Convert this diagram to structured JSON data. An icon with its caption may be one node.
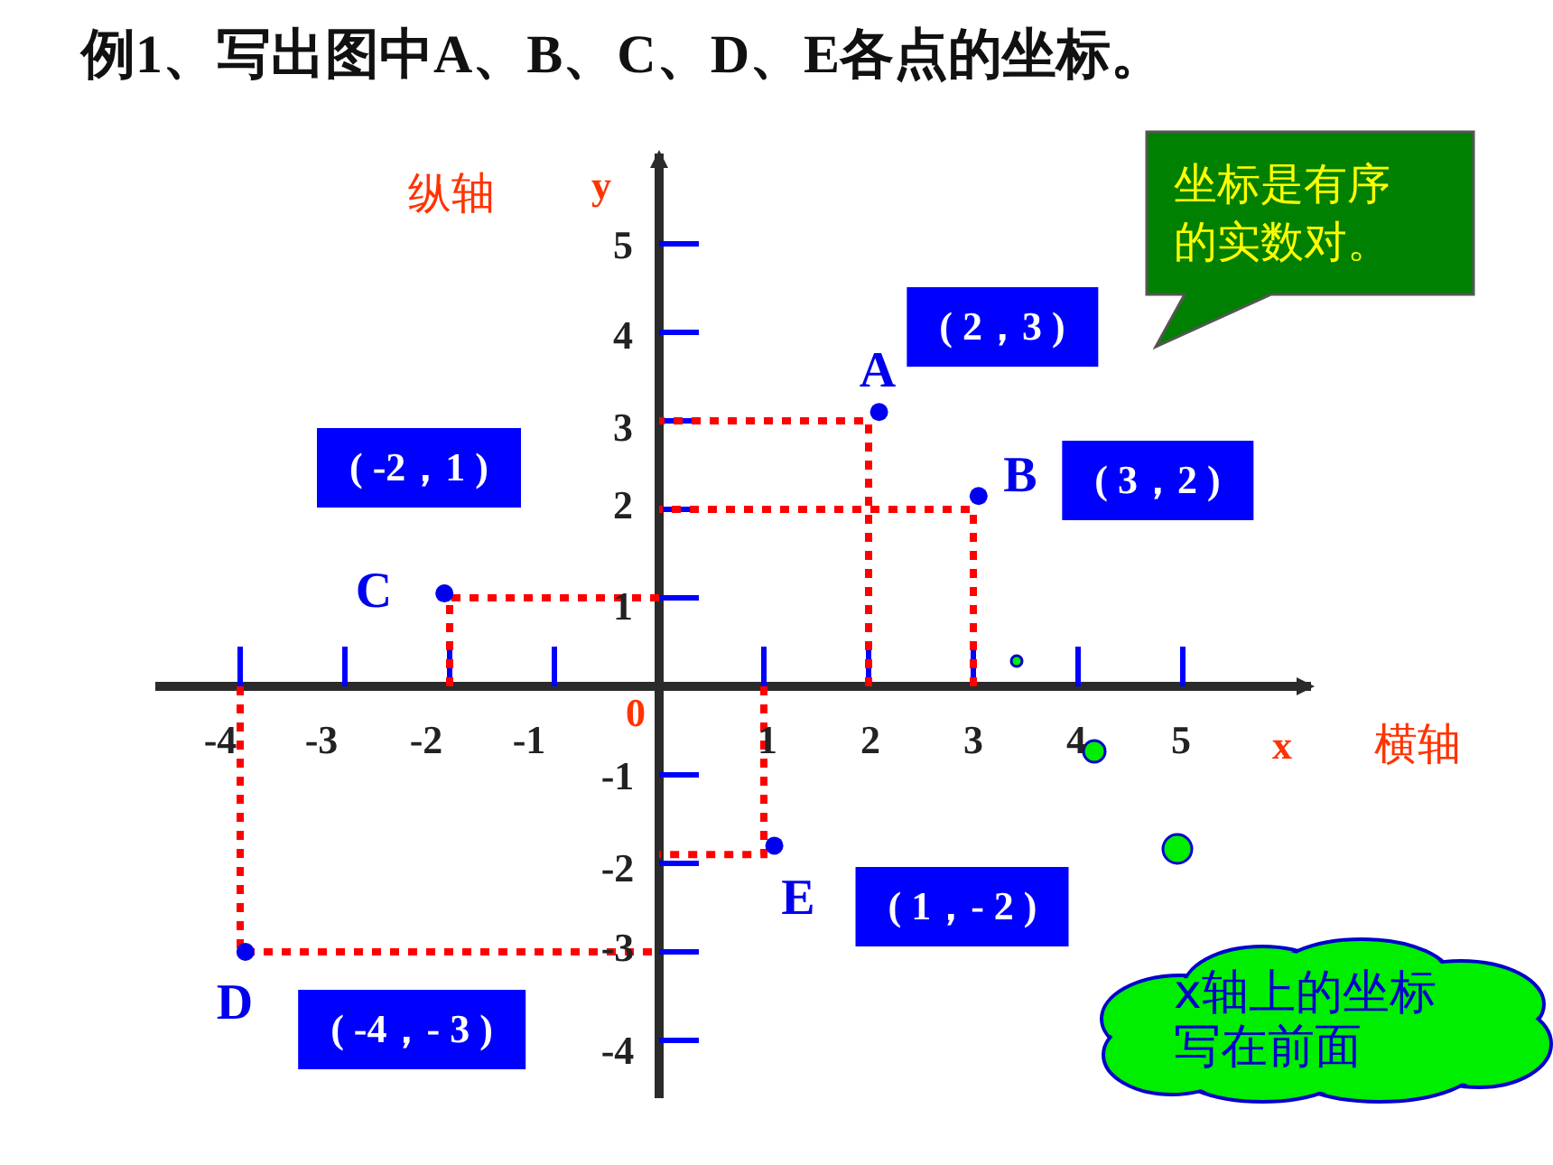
{
  "diagram": {
    "title": "例1、写出图中A、B、C、D、E各点的坐标。",
    "nodes": [
      {
        "text": [
          "坐标是有序的实数对。"
        ]
      },
      {
        "text": [
          "x轴上的坐标写在前面"
        ]
      }
    ],
    "labels": [
      "纵轴",
      "y",
      "5",
      "4",
      "( 2，3 )",
      "A",
      "3",
      "( -2，1 )",
      "B",
      "( 3，2 )",
      "2",
      "C",
      "1",
      "0",
      "-4",
      "-3",
      "-2",
      "-1",
      "1",
      "2",
      "3",
      "4",
      "5",
      "x",
      "横轴",
      "-1",
      "-2",
      "E",
      "( 1，- 2 )",
      "-3",
      "D",
      "( -4，- 3 )",
      "-4"
    ]
  }
}
